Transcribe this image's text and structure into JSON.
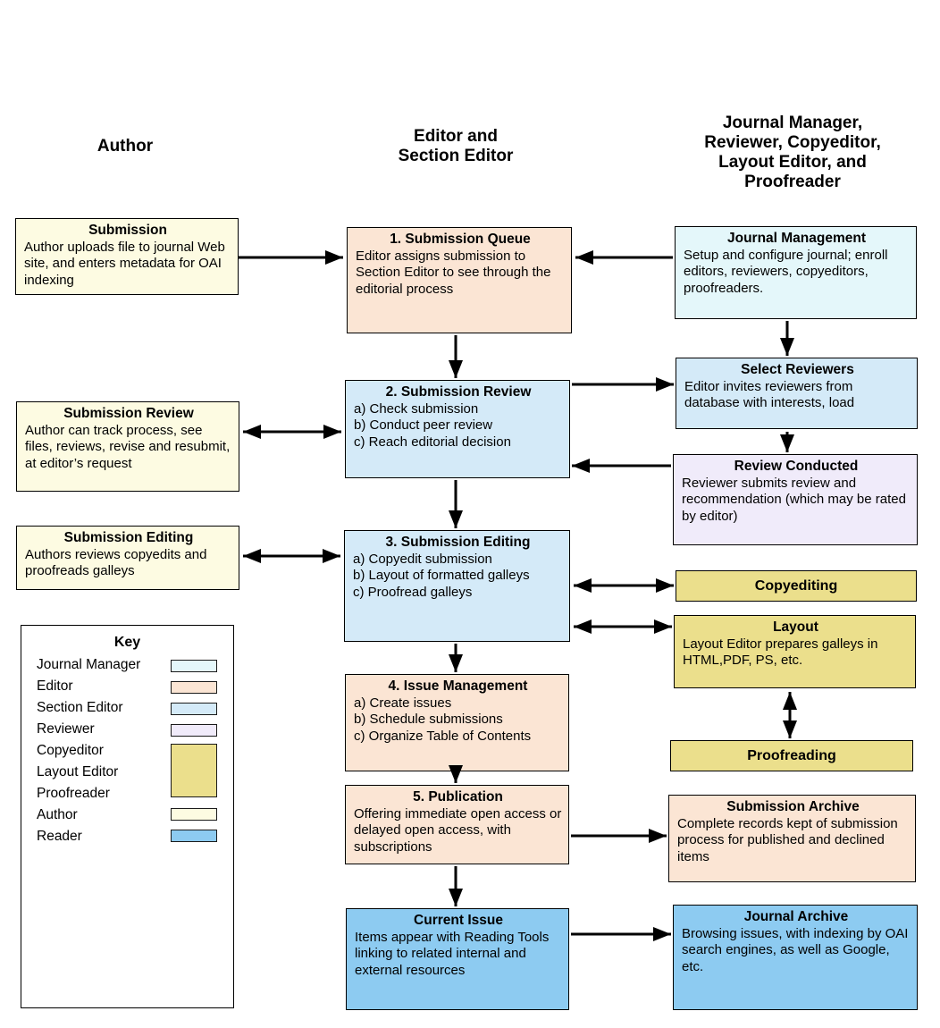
{
  "headers": {
    "author": "Author",
    "editor": "Editor and\nSection Editor",
    "manager": "Journal Manager,\nReviewer, Copyeditor,\nLayout Editor, and\nProofreader"
  },
  "nodes": {
    "submission": {
      "title": "Submission",
      "body": "Author uploads file to journal Web site, and enters metadata for OAI indexing"
    },
    "submission_review": {
      "title": "Submission Review",
      "body": "Author can track process, see files, reviews, revise and resubmit, at editor’s request"
    },
    "submission_editing": {
      "title": "Submission Editing",
      "body": "Authors reviews copyedits and proofreads galleys"
    },
    "queue": {
      "title": "1. Submission Queue",
      "body": "Editor assigns submission to Section Editor to see through the editorial process"
    },
    "review": {
      "title": "2. Submission Review",
      "body": "a) Check submission\nb) Conduct peer review\nc) Reach editorial decision"
    },
    "editing": {
      "title": "3. Submission Editing",
      "body": "a) Copyedit submission\nb) Layout of formatted galleys\nc) Proofread galleys"
    },
    "issue_mgmt": {
      "title": "4. Issue Management",
      "body": "a) Create issues\nb) Schedule submissions\nc) Organize Table of Contents"
    },
    "publication": {
      "title": "5. Publication",
      "body": "Offering immediate open access or delayed open access, with subscriptions"
    },
    "current_issue": {
      "title": "Current Issue",
      "body": "Items appear with Reading Tools linking to related internal and external resources"
    },
    "journal_mgmt": {
      "title": "Journal Management",
      "body": "Setup and configure journal; enroll editors, reviewers, copyeditors, proofreaders."
    },
    "select_reviewers": {
      "title": "Select Reviewers",
      "body": "Editor invites reviewers from database with interests, load"
    },
    "review_conducted": {
      "title": "Review Conducted",
      "body": "Reviewer submits review and recommendation (which may be rated by editor)"
    },
    "copyediting": {
      "title": "Copyediting"
    },
    "layout": {
      "title": "Layout",
      "body": "Layout Editor prepares galleys in HTML,PDF, PS, etc."
    },
    "proofreading": {
      "title": "Proofreading"
    },
    "submission_archive": {
      "title": "Submission Archive",
      "body": "Complete records kept of submission process for published and declined items"
    },
    "journal_archive": {
      "title": "Journal Archive",
      "body": "Browsing issues, with indexing by OAI search engines, as well as Google, etc."
    }
  },
  "key": {
    "title": "Key",
    "labels": [
      "Journal Manager",
      "Editor",
      "Section Editor",
      "Reviewer",
      "Copyeditor",
      "Layout Editor",
      "Proofreader",
      "Author",
      "Reader"
    ]
  },
  "colors": {
    "journal_manager": "#e4f7fa",
    "editor": "#fbe5d4",
    "section_editor": "#d4eaf8",
    "reviewer": "#f0ebfa",
    "copy_layout_proof": "#ebdf8c",
    "author": "#fdfbe2",
    "reader": "#8dcbf1"
  }
}
